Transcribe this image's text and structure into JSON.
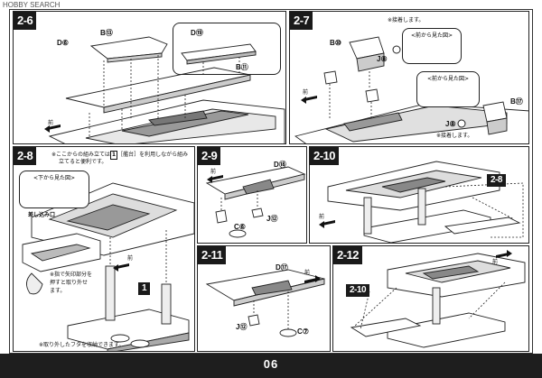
{
  "watermark": "HOBBY SEARCH",
  "page_number": "06",
  "steps": {
    "s26": {
      "num": "2-6",
      "labels": {
        "b13": "B⑬",
        "d6": "D⑥",
        "d19": "D⑲",
        "b11": "B⑪"
      },
      "arrow": "前"
    },
    "s27": {
      "num": "2-7",
      "labels": {
        "b10": "B⑩",
        "j8": "J⑧",
        "b17": "B⑰",
        "j8b": "J⑧"
      },
      "notes": {
        "glue1": "※接着します。",
        "glue2": "※接着します。"
      },
      "bubbles": {
        "front1": "<前から見た図>",
        "front2": "<前から見た図>"
      },
      "arrow": "前"
    },
    "s28": {
      "num": "2-8",
      "notes": {
        "line1": "※ここからの組み立ては",
        "box": "1",
        "line1b": "［艦台］を利用しながら組み",
        "line2": "立てると便利です。",
        "push": "※指で矢印部分を",
        "push2": "押すと取り外せ",
        "push3": "ます。",
        "stow": "※取り外したフタを収納できます。"
      },
      "bubble": "<下から見た図>",
      "insert": "差し込み口",
      "part1": "1",
      "arrow": "前"
    },
    "s29": {
      "num": "2-9",
      "labels": {
        "d18": "D⑱",
        "j12": "J⑫",
        "c6": "C⑥"
      },
      "arrow": "前"
    },
    "s210": {
      "num": "2-10",
      "ref": "2-8",
      "arrow": "前"
    },
    "s211": {
      "num": "2-11",
      "labels": {
        "d17": "D⑰",
        "j12": "J⑫",
        "c7": "C⑦"
      },
      "arrow": "前"
    },
    "s212": {
      "num": "2-12",
      "ref": "2-10",
      "arrow": "前"
    }
  }
}
